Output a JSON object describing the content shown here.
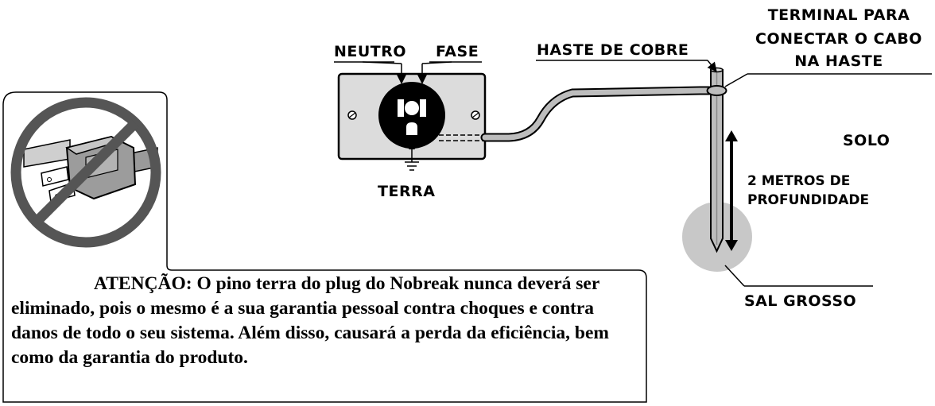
{
  "labels": {
    "neutro": "NEUTRO",
    "fase": "FASE",
    "terra": "TERRA",
    "haste": "HASTE DE COBRE",
    "terminal_line1": "TERMINAL PARA",
    "terminal_line2": "CONECTAR O CABO",
    "terminal_line3": "NA HASTE",
    "solo": "SOLO",
    "depth_line1": "2 METROS DE",
    "depth_line2": "PROFUNDIDADE",
    "sal": "SAL GROSSO"
  },
  "warning": {
    "paragraph": "ATENÇÃO: O pino terra do plug do Nobreak nunca deverá ser eliminado, pois o mesmo é a sua garantia pessoal contra choques e contra danos de todo o seu sistema. Além disso, causará a perda da eficiência, bem como da garantia do produto."
  },
  "colors": {
    "outline": "#000000",
    "plate": "#dcdcdc",
    "salt": "#c8c8c8",
    "rod": "#bdbdbd",
    "cable": "#bdbdbd"
  },
  "icons": [
    "no-symbol-icon",
    "grounded-plug-icon",
    "ground-symbol-icon",
    "screw-icon",
    "outlet-icon"
  ]
}
